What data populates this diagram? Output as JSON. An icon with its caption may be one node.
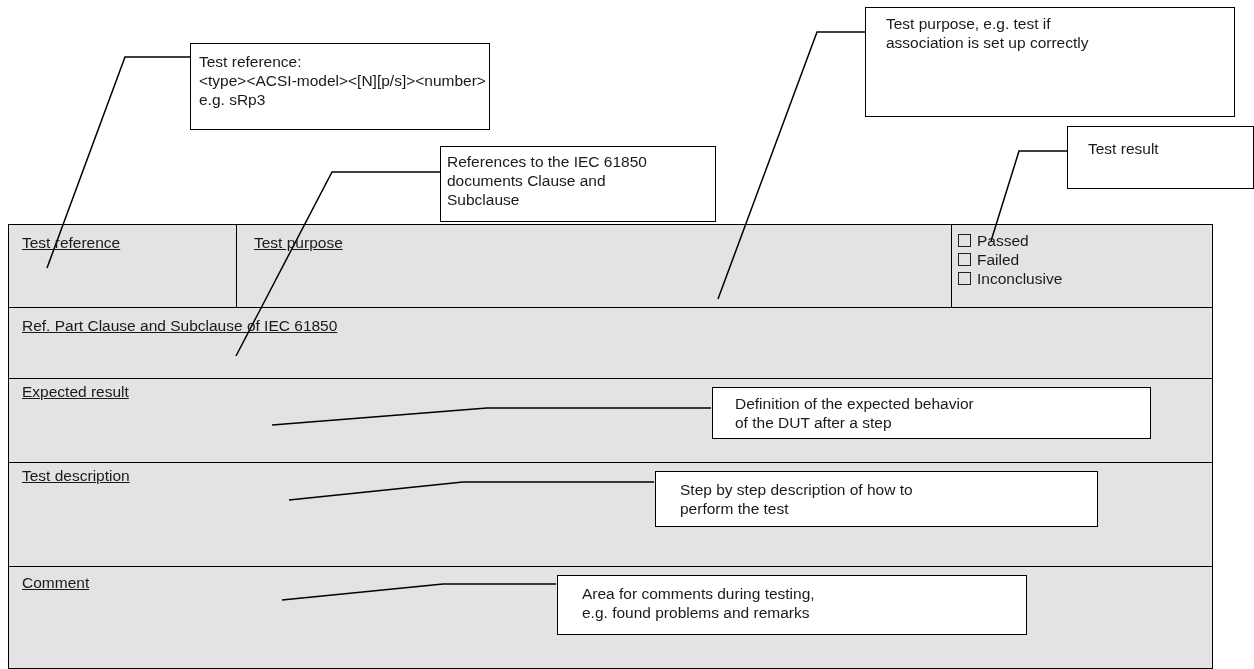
{
  "diagram": {
    "nodes": [
      {
        "text": [
          "Test reference:",
          "<type><ACSI-model><[N][p/s]><number>",
          "e.g. sRp3"
        ]
      },
      {
        "text": [
          "Test purpose, e.g. test if association is set up correctly"
        ]
      },
      {
        "text": [
          "References to the IEC 61850 documents Clause and Subclause"
        ]
      },
      {
        "text": [
          "Test result"
        ]
      },
      {
        "text": [
          "Test reference"
        ]
      },
      {
        "text": [
          "Test purpose"
        ]
      },
      {
        "text": [
          "Passed",
          "Failed",
          "Inconclusive"
        ]
      },
      {
        "text": [
          "Ref. Part Clause and Subclause of IEC 61850"
        ]
      },
      {
        "text": [
          "Expected result"
        ]
      },
      {
        "text": [
          "Definition of the expected behavior of the DUT after a step"
        ],
        "in": 8
      },
      {
        "text": [
          "Test description"
        ]
      },
      {
        "text": [
          "Step by step description of how to perform the test"
        ],
        "in": 10
      },
      {
        "text": [
          "Comment"
        ]
      },
      {
        "text": [
          "Area for comments during testing, e.g. found problems and remarks"
        ],
        "in": 12
      }
    ],
    "edges": [
      {
        "from": 0,
        "to": 4,
        "arrow": "none"
      },
      {
        "from": 1,
        "to": 5,
        "arrow": "none"
      },
      {
        "from": 2,
        "to": 7,
        "arrow": "none"
      },
      {
        "from": 3,
        "to": 6,
        "arrow": "none"
      },
      {
        "from": 9,
        "to": 8,
        "arrow": "none"
      },
      {
        "from": 11,
        "to": 10,
        "arrow": "none"
      },
      {
        "from": 13,
        "to": 12,
        "arrow": "none"
      }
    ]
  }
}
